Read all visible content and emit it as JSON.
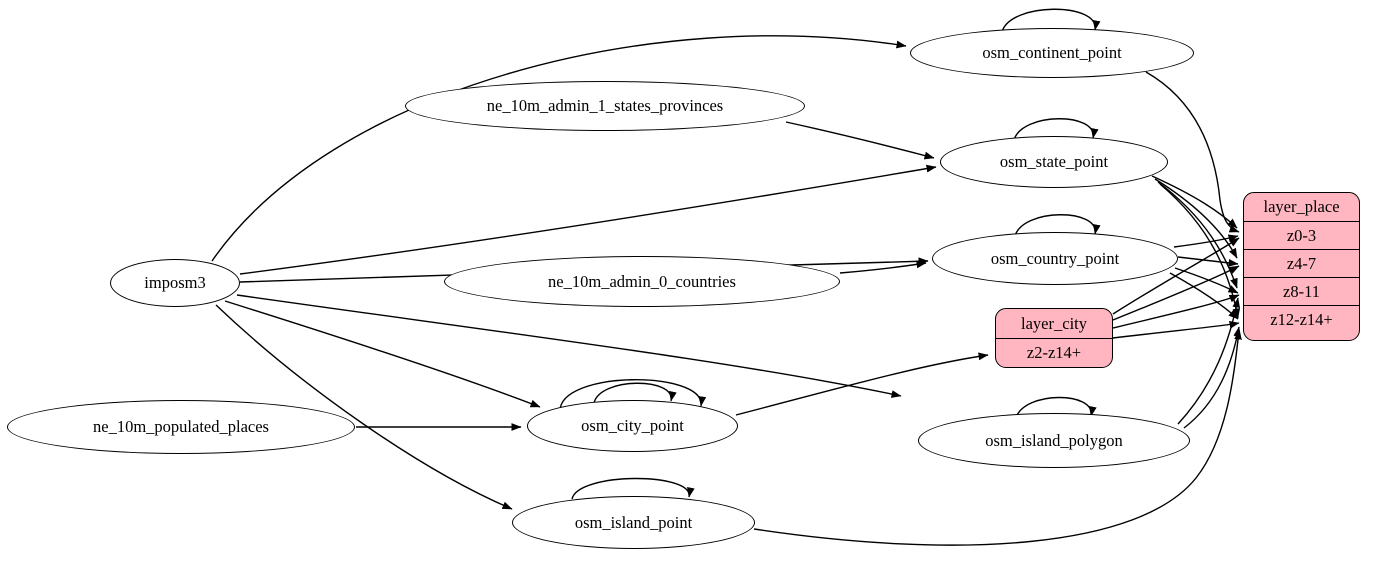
{
  "diagram": {
    "type": "graphviz-etl-flow",
    "background_color": "#ffffff",
    "node_fill_color": "#ffffff",
    "record_fill_color": "#ffb6c1",
    "stroke_color": "#000000",
    "nodes": {
      "imposm3": {
        "label": "imposm3",
        "shape": "ellipse"
      },
      "ne_10m_admin_1_states_provinces": {
        "label": "ne_10m_admin_1_states_provinces",
        "shape": "ellipse"
      },
      "ne_10m_admin_0_countries": {
        "label": "ne_10m_admin_0_countries",
        "shape": "ellipse"
      },
      "ne_10m_populated_places": {
        "label": "ne_10m_populated_places",
        "shape": "ellipse"
      },
      "osm_continent_point": {
        "label": "osm_continent_point",
        "shape": "ellipse"
      },
      "osm_state_point": {
        "label": "osm_state_point",
        "shape": "ellipse"
      },
      "osm_country_point": {
        "label": "osm_country_point",
        "shape": "ellipse"
      },
      "osm_city_point": {
        "label": "osm_city_point",
        "shape": "ellipse"
      },
      "osm_island_polygon": {
        "label": "osm_island_polygon",
        "shape": "ellipse"
      },
      "osm_island_point": {
        "label": "osm_island_point",
        "shape": "ellipse"
      }
    },
    "records": {
      "layer_city": {
        "title": "layer_city",
        "rows": [
          "z2-z14+"
        ]
      },
      "layer_place": {
        "title": "layer_place",
        "rows": [
          "z0-3",
          "z4-7",
          "z8-11",
          "z12-z14+"
        ]
      }
    },
    "edges": [
      {
        "from": "imposm3",
        "to": "osm_continent_point"
      },
      {
        "from": "imposm3",
        "to": "osm_state_point"
      },
      {
        "from": "imposm3",
        "to": "osm_country_point"
      },
      {
        "from": "imposm3",
        "to": "osm_city_point"
      },
      {
        "from": "imposm3",
        "to": "osm_island_polygon"
      },
      {
        "from": "imposm3",
        "to": "osm_island_point"
      },
      {
        "from": "ne_10m_admin_1_states_provinces",
        "to": "osm_state_point"
      },
      {
        "from": "ne_10m_admin_0_countries",
        "to": "osm_country_point"
      },
      {
        "from": "ne_10m_populated_places",
        "to": "osm_city_point"
      },
      {
        "from": "osm_continent_point",
        "to": "osm_continent_point"
      },
      {
        "from": "osm_state_point",
        "to": "osm_state_point"
      },
      {
        "from": "osm_country_point",
        "to": "osm_country_point"
      },
      {
        "from": "osm_city_point",
        "to": "osm_city_point"
      },
      {
        "from": "osm_island_polygon",
        "to": "osm_island_polygon"
      },
      {
        "from": "osm_island_point",
        "to": "osm_island_point"
      },
      {
        "from": "osm_city_point",
        "to": "layer_city:z2-z14+"
      },
      {
        "from": "osm_continent_point",
        "to": "layer_place:z0-3"
      },
      {
        "from": "osm_state_point",
        "to": "layer_place:z0-3"
      },
      {
        "from": "osm_state_point",
        "to": "layer_place:z4-7"
      },
      {
        "from": "osm_state_point",
        "to": "layer_place:z8-11"
      },
      {
        "from": "osm_state_point",
        "to": "layer_place:z12-z14+"
      },
      {
        "from": "osm_country_point",
        "to": "layer_place:z0-3"
      },
      {
        "from": "osm_country_point",
        "to": "layer_place:z4-7"
      },
      {
        "from": "osm_country_point",
        "to": "layer_place:z8-11"
      },
      {
        "from": "osm_country_point",
        "to": "layer_place:z12-z14+"
      },
      {
        "from": "layer_city",
        "to": "layer_place:z0-3"
      },
      {
        "from": "layer_city",
        "to": "layer_place:z4-7"
      },
      {
        "from": "layer_city",
        "to": "layer_place:z8-11"
      },
      {
        "from": "layer_city",
        "to": "layer_place:z12-z14+"
      },
      {
        "from": "osm_island_polygon",
        "to": "layer_place:z8-11"
      },
      {
        "from": "osm_island_polygon",
        "to": "layer_place:z12-z14+"
      },
      {
        "from": "osm_island_point",
        "to": "layer_place:z12-z14+"
      }
    ]
  }
}
